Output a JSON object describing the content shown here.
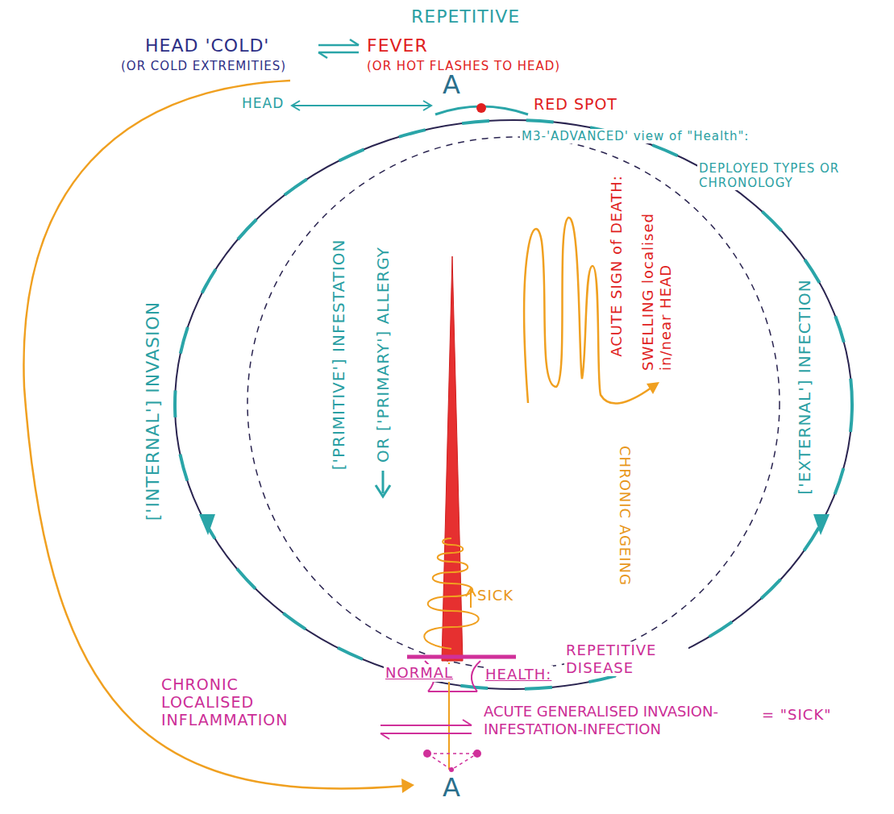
{
  "diagram": {
    "labels": [
      "REPETITIVE",
      "HEAD 'COLD'",
      "(OR COLD EXTREMITIES)",
      "FEVER",
      "(OR HOT FLASHES TO HEAD)",
      "A",
      "HEAD",
      "RED SPOT",
      "M3-'ADVANCED' view of \"Health\":",
      "DEPLOYED TYPES OR CHRONOLOGY",
      "['INTERNAL'] INVASION",
      "['PRIMITIVE'] INFESTATION",
      "OR ['PRIMARY'] ALLERGY",
      "['EXTERNAL'] INFECTION",
      "ACUTE SIGN of DEATH:",
      "SWELLING localised in/near HEAD",
      "CHRONIC AGEING",
      "SICK",
      "NORMAL",
      "HEALTH:",
      "REPETITIVE DISEASE",
      "CHRONIC LOCALISED INFLAMMATION",
      "ACUTE GENERALISED INVASION-INFESTATION-INFECTION",
      "= \"SICK\"",
      "A"
    ]
  }
}
